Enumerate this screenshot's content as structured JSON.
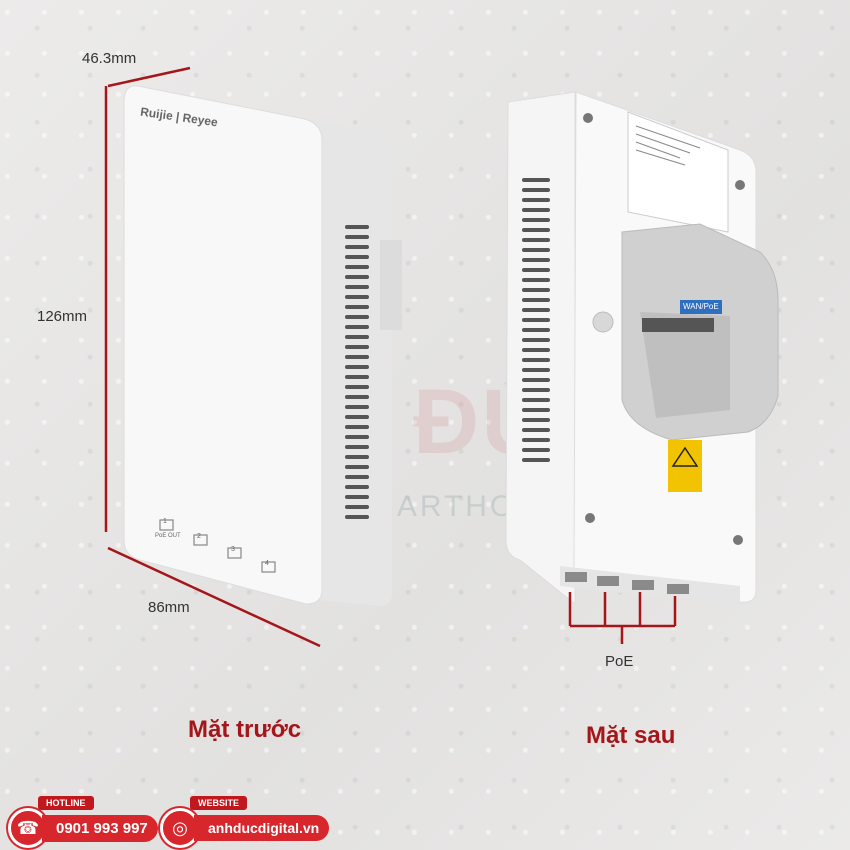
{
  "dimensions": {
    "depth": "46.3mm",
    "height": "126mm",
    "width": "86mm"
  },
  "front": {
    "brand": "Ruijie | Reyee",
    "ports": [
      "1",
      "2",
      "3",
      "4"
    ],
    "port_note": "PoE OUT",
    "caption": "Mặt trước"
  },
  "back": {
    "port_label": "WAN/PoE",
    "poe_label": "PoE",
    "caption": "Mặt sau"
  },
  "watermark": {
    "main": "ANH ĐỨC",
    "sub": "DIGITAL | SMARTHOME | AUDIO"
  },
  "contact": {
    "hotline_tag": "HOTLINE",
    "hotline": "0901 993 997",
    "website_tag": "WEBSITE",
    "website": "anhducdigital.vn"
  },
  "colors": {
    "accent": "#c1181e",
    "caption": "#a4161a",
    "device": "#f7f7f7"
  }
}
